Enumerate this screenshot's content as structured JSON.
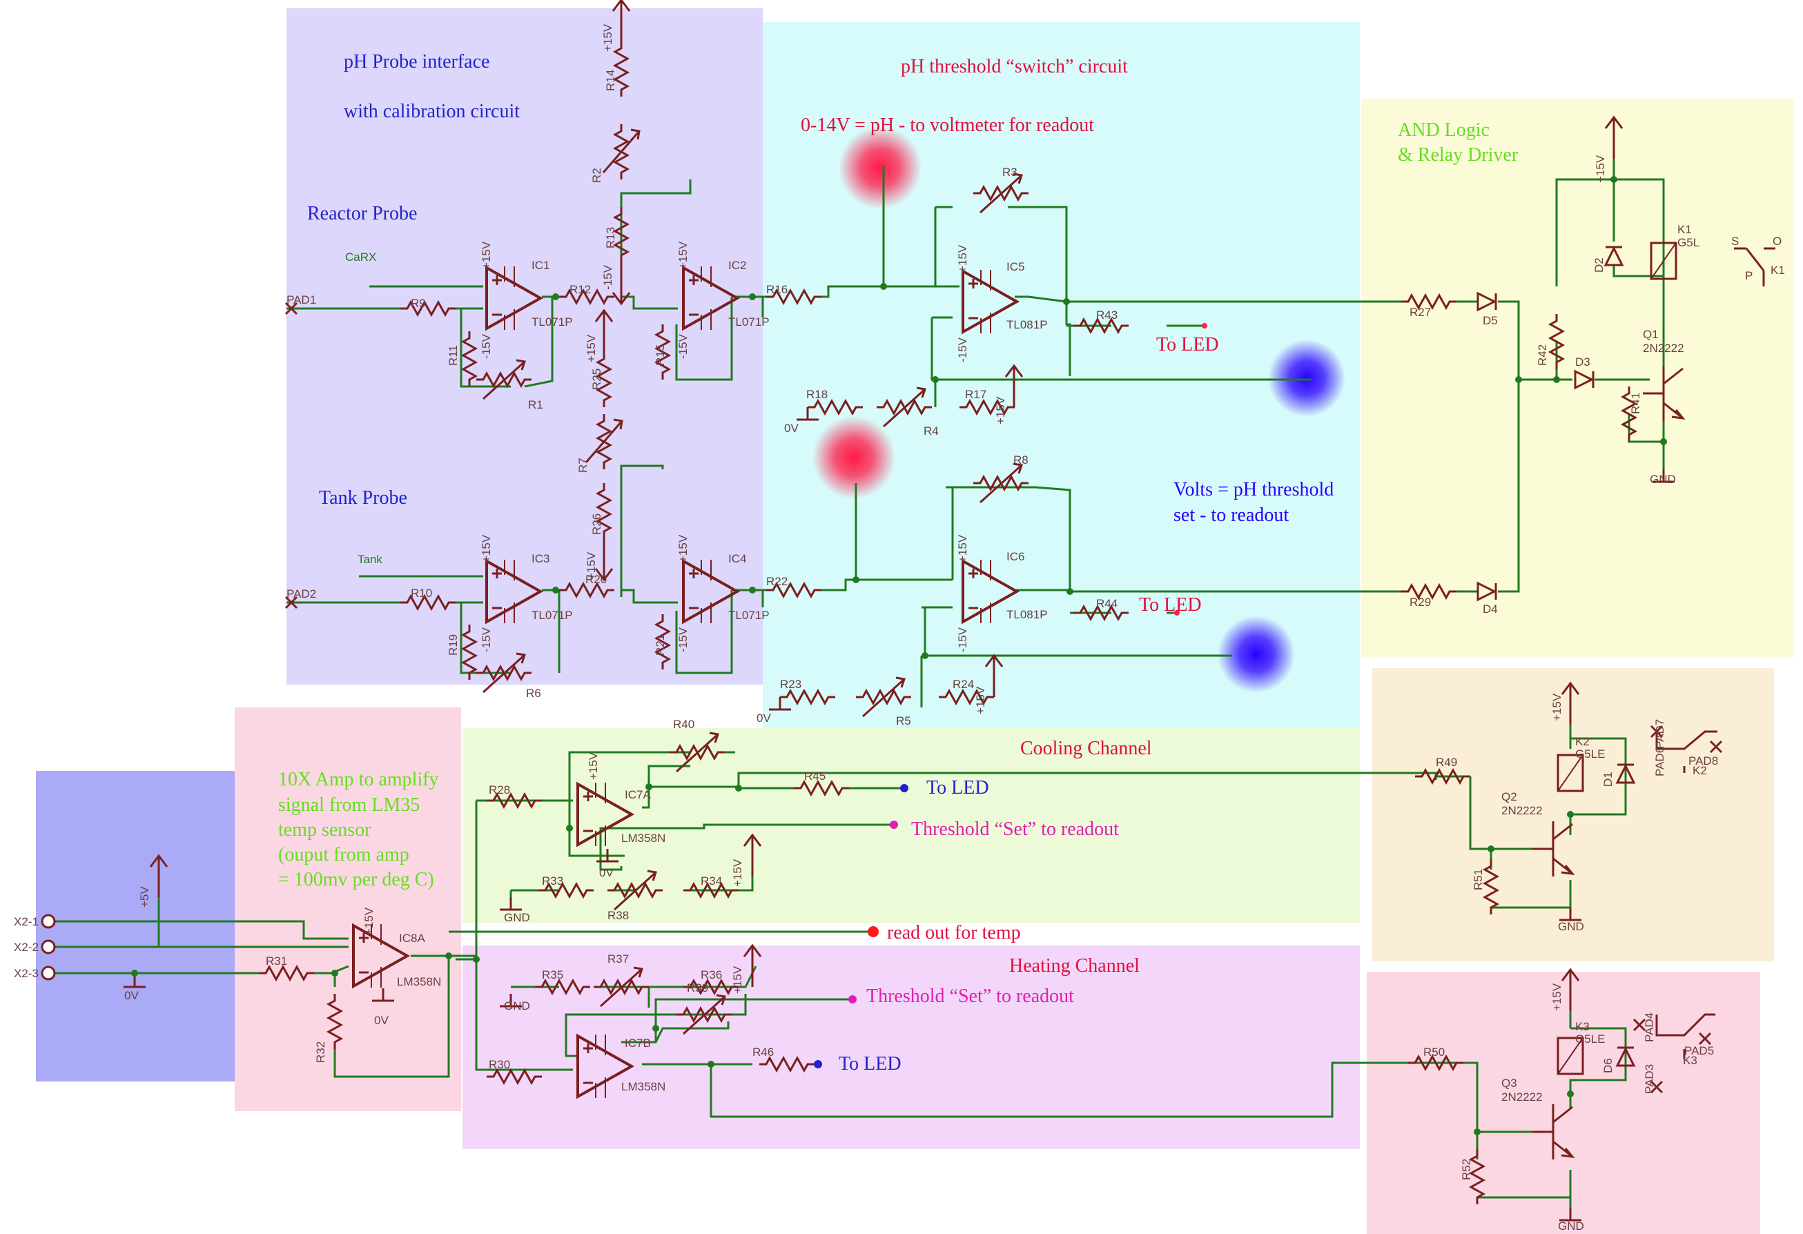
{
  "colors": {
    "purple_region": "#dcd7fb",
    "cyan_region": "#d7fafa",
    "yellow_region": "#fbfbd7",
    "peach_region": "#fbeed7",
    "pink_region": "#fbd7e4",
    "green_region": "#ecfad7",
    "violet_region": "#f3d7fb",
    "blue_region": "#aaaaf7",
    "wire": "#1f7a1f",
    "part": "#7a1f1f",
    "red_text": "#e0103c",
    "blue_text": "#2222cc",
    "green_text": "#66dd22",
    "magenta_text": "#e020b0",
    "red_led": "#ff2050",
    "blue_led": "#3311ff"
  },
  "blocks": {
    "ph_interface": {
      "line1": "pH Probe interface",
      "line2": "with calibration circuit"
    },
    "reactor_probe": "Reactor Probe",
    "tank_probe": "Tank Probe",
    "ph_switch": "pH threshold “switch” circuit",
    "ph_voltmeter": "0-14V = pH - to voltmeter for readout",
    "ph_threshold": {
      "line1": "Volts = pH threshold",
      "line2": "set - to readout"
    },
    "and_logic": {
      "line1": "AND Logic",
      "line2": "& Relay Driver"
    },
    "amp": {
      "line1": "10X Amp to amplify",
      "line2": "signal from LM35",
      "line3": "temp sensor",
      "line4": "(ouput from amp",
      "line5": "= 100mv per deg C)"
    },
    "cooling": "Cooling Channel",
    "heating": "Heating Channel"
  },
  "annotations": {
    "to_led_1": "To LED",
    "to_led_2": "To LED",
    "to_led_3": "To LED",
    "to_led_4": "To LED",
    "threshold_set_1": "Threshold “Set” to readout",
    "threshold_set_2": "Threshold “Set” to readout",
    "readout_temp": "read out for temp"
  },
  "nets": {
    "carx": "CaRX",
    "tank": "Tank",
    "pad1": "PAD1",
    "pad2": "PAD2",
    "x2_1": "X2-1",
    "x2_2": "X2-2",
    "x2_3": "X2-3",
    "p15": "+15V",
    "m15": "-15V",
    "p5": "+5V",
    "zero_v": "0V",
    "gnd": "GND"
  },
  "components": {
    "ic1": "IC1",
    "ic2": "IC2",
    "ic3": "IC3",
    "ic4": "IC4",
    "ic5": "IC5",
    "ic6": "IC6",
    "ic7a": "IC7A",
    "ic7b": "IC7B",
    "ic8a": "IC8A",
    "tl071p": "TL071P",
    "tl081p": "TL081P",
    "lm358n": "LM358N",
    "r1": "R1",
    "r2": "R2",
    "r3": "R3",
    "r4": "R4",
    "r5": "R5",
    "r6": "R6",
    "r7": "R7",
    "r8": "R8",
    "r9": "R9",
    "r10": "R10",
    "r11": "R11",
    "r12": "R12",
    "r13": "R13",
    "r14": "R14",
    "r15": "R15",
    "r16": "R16",
    "r17": "R17",
    "r18": "R18",
    "r19": "R19",
    "r20": "R20",
    "r21": "R21",
    "r22": "R22",
    "r23": "R23",
    "r24": "R24",
    "r25": "R25",
    "r26": "R26",
    "r27": "R27",
    "r28": "R28",
    "r29": "R29",
    "r30": "R30",
    "r31": "R31",
    "r32": "R32",
    "r33": "R33",
    "r34": "R34",
    "r35": "R35",
    "r36": "R36",
    "r37": "R37",
    "r38": "R38",
    "r39": "R39",
    "r40": "R40",
    "r41": "R41",
    "r42": "R42",
    "r43": "R43",
    "r44": "R44",
    "r45": "R45",
    "r46": "R46",
    "r49": "R49",
    "r50": "R50",
    "r51": "R51",
    "r52": "R52",
    "d1": "D1",
    "d2": "D2",
    "d3": "D3",
    "d4": "D4",
    "d5": "D5",
    "d6": "D6",
    "q1": "Q1",
    "q2": "Q2",
    "q3": "Q3",
    "q_type": "2N2222",
    "k1": "K1",
    "k2": "K2",
    "k3": "K3",
    "g5l": "G5L",
    "g5le": "G5LE",
    "pad3": "PAD3",
    "pad4": "PAD4",
    "pad5": "PAD5",
    "pad6": "PAD6",
    "pad7": "PAD7",
    "pad8": "PAD8",
    "sw_s": "S",
    "sw_o": "O",
    "sw_p": "P"
  }
}
